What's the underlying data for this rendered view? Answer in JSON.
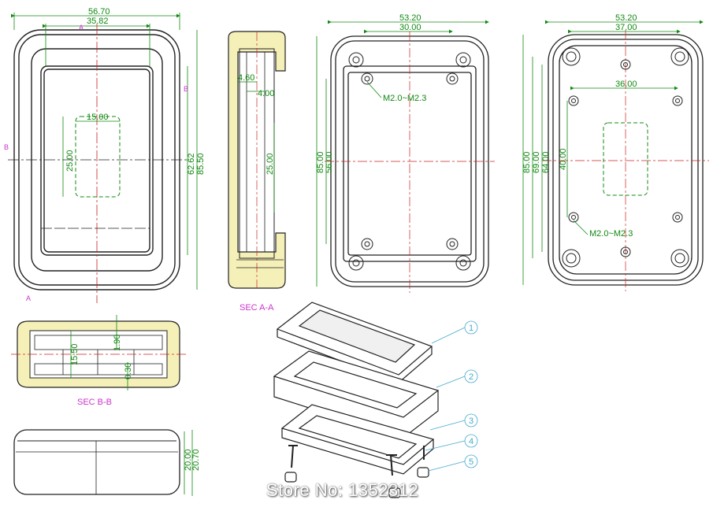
{
  "view1": {
    "width_outer": "56.70",
    "width_inner": "35.82",
    "center_width": "15.00",
    "center_height": "25.00",
    "height_a": "62.62",
    "height_b": "85.50",
    "mark_a": "A",
    "mark_b": "B"
  },
  "section_aa": {
    "label": "SEC A-A",
    "dim_1": "4.60",
    "dim_2": "4.00",
    "dim_3": "25.00"
  },
  "view3": {
    "width_outer": "53.20",
    "width_inner": "30.00",
    "height_a": "85.00",
    "height_b": "56.00",
    "screw": "M2.0~M2.3"
  },
  "view4": {
    "width_outer": "53.20",
    "width_inner": "37.00",
    "center_width": "36.00",
    "height_a": "85.00",
    "height_b": "69.00",
    "height_c": "64.00",
    "center_height": "40.00",
    "screw": "M2.0~M2.3"
  },
  "section_bb": {
    "label": "SEC B-B",
    "dim_1": "1.90",
    "dim_2": "15.50",
    "dim_3": "0.30"
  },
  "side_view": {
    "height_a": "20.00",
    "height_b": "20.70"
  },
  "callouts": [
    "1",
    "2",
    "3",
    "4",
    "5"
  ],
  "watermark": "Store No: 1352312",
  "colors": {
    "line": "#222222",
    "dimension": "#118811",
    "centerline": "#cc2222",
    "section": "#cc33cc",
    "fill_section": "#f5f0b8",
    "callout": "#44aacc"
  }
}
